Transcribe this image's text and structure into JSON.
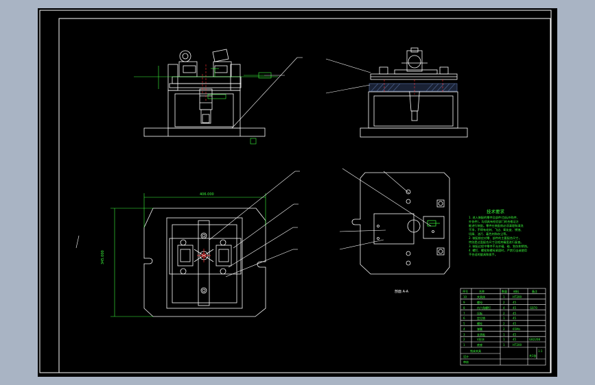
{
  "colors": {
    "canvas_background": "#a9b4c4",
    "sheet": "#000000",
    "lines": "#ffffff",
    "dimensions": "#3cff3c",
    "hidden_lines": "#ff3030",
    "hatch": "#4a5f8a"
  },
  "dimensions": {
    "overall_width": "406.000",
    "overall_height": "345.000"
  },
  "views": {
    "section_label": "剖面 A-A"
  },
  "tech_requirements": {
    "title": "技术要求",
    "lines": [
      "1. 进入装配的零件及部件(包括外购件、",
      "外协件)，均须具有检验部门的合格证方",
      "能进行装配。零件在装配前必须清理和清洗",
      "干净，不得有毛刺、飞边、氧化皮、锈蚀、",
      "切屑、油污、着色剂和灰尘等。",
      "2. 装配前应对零、部件的主要配合尺寸，",
      "特别是过盈配合尺寸及相关精度进行复查。",
      "3. 装配过程中零件不允许磕、碰、划伤和锈蚀。",
      "4. 螺钉、螺栓和螺母紧固时，严禁打击或使用",
      "不合适的旋具和扳手。"
    ]
  },
  "bom": {
    "headers": [
      "序号",
      "名称",
      "数量",
      "材料",
      "备注"
    ],
    "rows": [
      [
        "10",
        "夹具体",
        "1",
        "HT200",
        ""
      ],
      [
        "9",
        "螺母",
        "2",
        "45",
        ""
      ],
      [
        "8",
        "内六角螺钉",
        "4",
        "45",
        "GB70"
      ],
      [
        "7",
        "压板",
        "2",
        "45",
        ""
      ],
      [
        "6",
        "定位销",
        "1",
        "45",
        ""
      ],
      [
        "5",
        "螺栓",
        "2",
        "45",
        ""
      ],
      [
        "4",
        "弹簧",
        "2",
        "65Mn",
        ""
      ],
      [
        "3",
        "支承板",
        "1",
        "45",
        ""
      ],
      [
        "2",
        "V形块",
        "1",
        "45",
        "GB2208"
      ],
      [
        "1",
        "底座",
        "1",
        "HT200",
        ""
      ]
    ],
    "title_block": {
      "drawing_name": "铣床夹具",
      "designer_label": "设计",
      "checker_label": "审核",
      "scale": "1:1",
      "sheet_label": "共1张"
    }
  }
}
